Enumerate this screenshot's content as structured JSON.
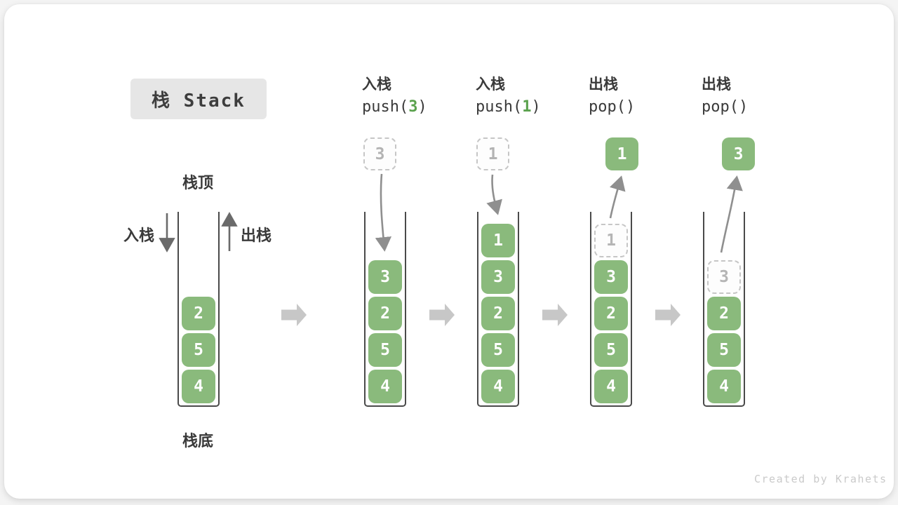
{
  "title": "栈 Stack",
  "labels": {
    "stack_top": "栈顶",
    "stack_bottom": "栈底",
    "push_side": "入栈",
    "pop_side": "出栈"
  },
  "columns": [
    {
      "op": "入栈",
      "code_fn": "push(",
      "code_arg": "3",
      "code_close": ")"
    },
    {
      "op": "入栈",
      "code_fn": "push(",
      "code_arg": "1",
      "code_close": ")"
    },
    {
      "op": "出栈",
      "code_fn": "pop(",
      "code_arg": "",
      "code_close": ")"
    },
    {
      "op": "出栈",
      "code_fn": "pop(",
      "code_arg": "",
      "code_close": ")"
    }
  ],
  "stacks": [
    {
      "cells": [
        "2",
        "5",
        "4"
      ]
    },
    {
      "float": "3",
      "cells": [
        "3",
        "2",
        "5",
        "4"
      ]
    },
    {
      "float": "1",
      "cells": [
        "1",
        "3",
        "2",
        "5",
        "4"
      ]
    },
    {
      "float": "1",
      "ghost": "1",
      "cells": [
        "3",
        "2",
        "5",
        "4"
      ]
    },
    {
      "float": "3",
      "ghost": "3",
      "cells": [
        "2",
        "5",
        "4"
      ]
    }
  ],
  "watermark": "Created by Krahets",
  "colors": {
    "cell_green": "#8aba7c",
    "code_arg_green": "#5ba24e",
    "curve_arrow_gray": "#8f8f8f",
    "side_arrow_gray": "#6a6a6a",
    "block_arrow_gray": "#c7c7c7",
    "badge_gray": "#e6e6e6"
  }
}
